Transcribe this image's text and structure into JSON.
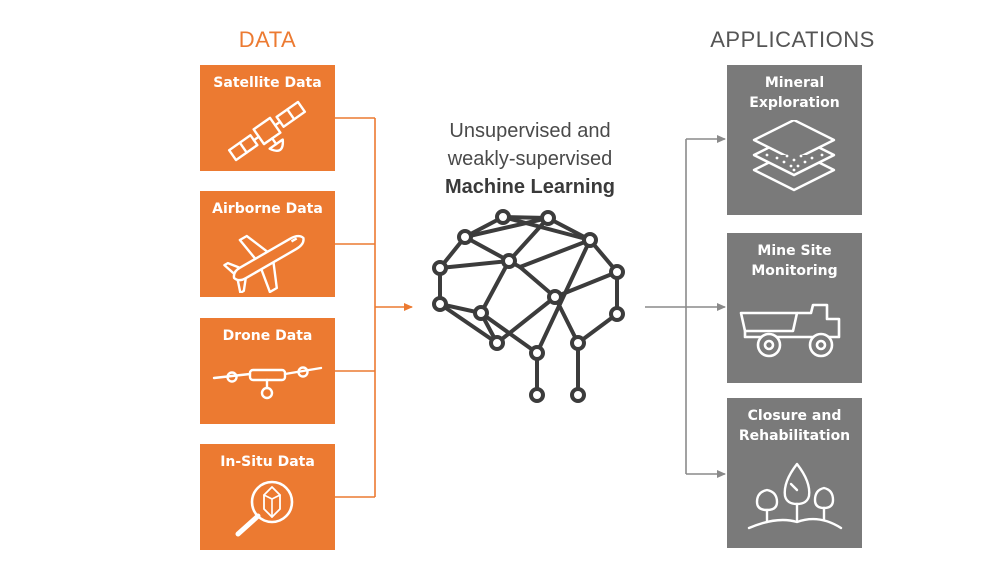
{
  "left_heading": "DATA",
  "right_heading": "APPLICATIONS",
  "center": {
    "line1": "Unsupervised and",
    "line2": "weakly-supervised",
    "line3": "Machine Learning"
  },
  "data_sources": [
    {
      "label": "Satellite Data",
      "icon": "satellite-icon"
    },
    {
      "label": "Airborne Data",
      "icon": "airplane-icon"
    },
    {
      "label": "Drone Data",
      "icon": "drone-icon"
    },
    {
      "label": "In-Situ Data",
      "icon": "magnifier-crystal-icon"
    }
  ],
  "applications": [
    {
      "label": "Mineral\nExploration",
      "icon": "layers-icon"
    },
    {
      "label": "Mine Site\nMonitoring",
      "icon": "haul-truck-icon"
    },
    {
      "label": "Closure and\nRehabilitation",
      "icon": "trees-icon"
    }
  ],
  "colors": {
    "data_accent": "#ec7a31",
    "application_box": "#7a7a7a",
    "heading_right": "#555555",
    "network": "#3c3c3c",
    "connector_right": "#8a8a8a"
  }
}
